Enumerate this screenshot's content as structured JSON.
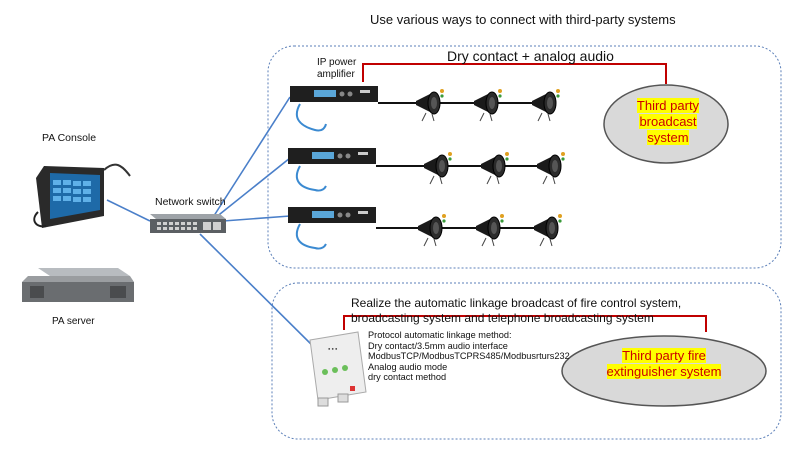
{
  "title": "Use various ways to connect with third-party systems",
  "labels": {
    "pa_console": "PA Console",
    "network_switch": "Network switch",
    "pa_server": "PA server",
    "ip_amplifier": "IP power amplifier",
    "dry_contact": "Dry contact + analog audio",
    "realize_line1": "Realize the automatic linkage broadcast of fire control system,",
    "realize_line2": "broadcasting system and telephone broadcasting system"
  },
  "protocol_lines": [
    "Protocol automatic linkage method:",
    "Dry contact/3.5mm audio interface",
    "ModbusTCP/ModbusTCPRS485/Modbusrturs232",
    "Analog audio mode",
    "dry contact method"
  ],
  "third_party_broadcast": [
    "Third party",
    "broadcast",
    "system"
  ],
  "third_party_fire": [
    "Third party fire",
    "extinguisher system"
  ],
  "colors": {
    "link_blue": "#4a7fc9",
    "red_bracket": "#c00000",
    "highlight": "#ffff00",
    "oval_fill": "#d9d9d9"
  }
}
